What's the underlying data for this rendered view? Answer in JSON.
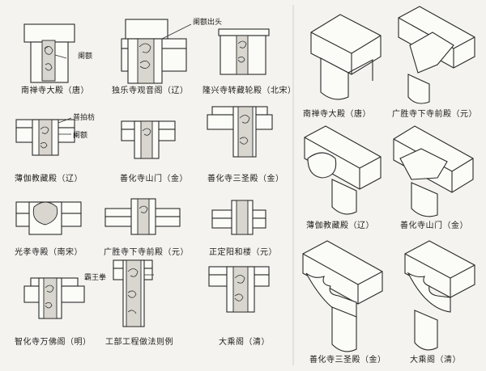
{
  "left_captions": [
    "南禅寺大殿（唐）",
    "独乐寺观音阁（辽）",
    "隆兴寺转藏轮殿（北宋）",
    "薄伽教藏殿（辽）",
    "善化寺山门（金）",
    "善化寺三圣殿（金）",
    "光孝寺殿（南宋）",
    "广胜寺下寺前殿（元）",
    "正定阳和楼（元）",
    "智化寺万佛阁（明）",
    "工部工程做法则例",
    "大乘阁（清）"
  ],
  "notes": {
    "lan_e": "阑额",
    "lan_e_chutou": "阑额出头",
    "pu_pai_fang": "普拍枋",
    "lan_e_2": "阑额",
    "ba_wang_quan": "霸王拳"
  },
  "right_captions": [
    "南禅寺大殿（唐）",
    "广胜寺下寺前殿（元）",
    "薄伽教藏殿（辽）",
    "善化寺山门（金）",
    "善化寺三圣殿（金）",
    "大乘阁（清）"
  ]
}
